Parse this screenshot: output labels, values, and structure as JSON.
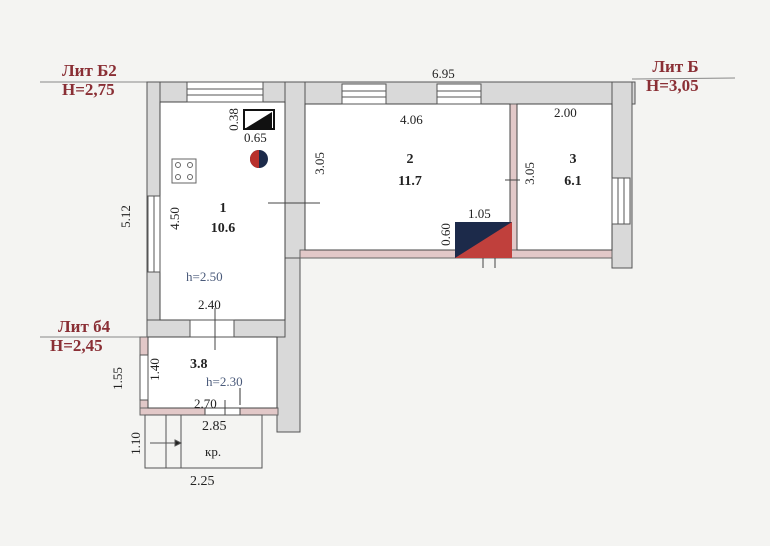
{
  "labels": {
    "lit_b2": {
      "name": "Лит Б2",
      "height": "H=2,75"
    },
    "lit_b": {
      "name": "Лит Б",
      "height": "H=3,05"
    },
    "lit_b4": {
      "name": "Лит б4",
      "height": "H=2,45"
    }
  },
  "rooms": [
    {
      "number": "1",
      "area": "10.6",
      "ceiling": "h=2.50"
    },
    {
      "number": "2",
      "area": "11.7"
    },
    {
      "number": "3",
      "area": "6.1"
    },
    {
      "area": "3.8",
      "ceiling": "h=2.30"
    },
    {
      "name": "кр."
    }
  ],
  "dimensions": {
    "total_width": "6.95",
    "r1_outer_height": "5.12",
    "r1_height": "4.50",
    "r1_width": "2.40",
    "stove_w": "0.65",
    "stove_h": "0.38",
    "r2_width": "4.06",
    "r2_height": "3.05",
    "r3_width": "2.00",
    "r3_height": "3.05",
    "oven_w": "1.05",
    "oven_h": "0.60",
    "r4_outer_height": "1.55",
    "r4_height": "1.40",
    "r4_width": "2.70",
    "porch_width_top": "2.85",
    "porch_height": "1.10",
    "porch_width": "2.25"
  },
  "colors": {
    "wall": "#d9d9d9",
    "partition": "#e2c8c8",
    "label": "#8a2f35",
    "oven_dark": "#1c2a4a",
    "oven_red": "#c0403c"
  }
}
